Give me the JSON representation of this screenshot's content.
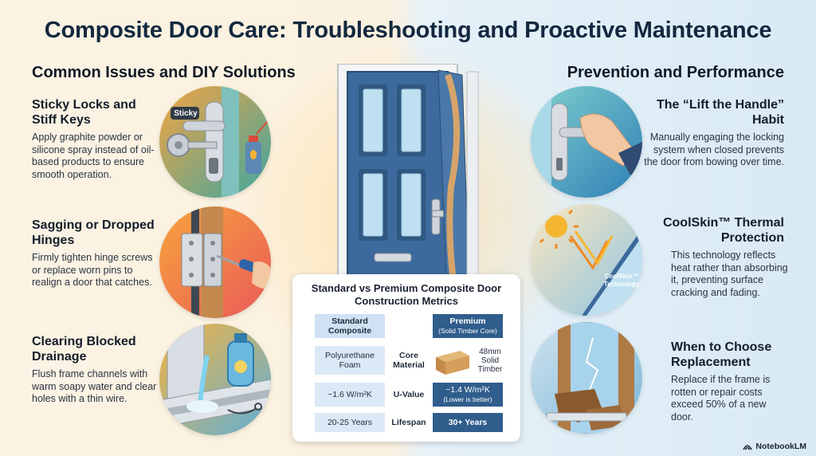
{
  "title": "Composite Door Care: Troubleshooting and Proactive Maintenance",
  "left_section": {
    "title": "Common Issues and DIY Solutions",
    "items": [
      {
        "heading": "Sticky Locks and Stiff Keys",
        "body": "Apply graphite powder or silicone spray instead of oil-based products to ensure smooth operation.",
        "tag": "Sticky"
      },
      {
        "heading": "Sagging or Dropped Hinges",
        "body": "Firmly tighten hinge screws or replace worn pins to realign a door that catches."
      },
      {
        "heading": "Clearing Blocked Drainage",
        "body": "Flush frame channels with warm soapy water and clear holes with a thin wire."
      }
    ]
  },
  "right_section": {
    "title": "Prevention and Performance",
    "items": [
      {
        "heading": "The “Lift the Handle” Habit",
        "body": "Manually engaging the locking system when closed prevents the door from bowing over time."
      },
      {
        "heading": "CoolSkin™ Thermal Protection",
        "body": "This technology reflects heat rather than absorbing it, preventing surface cracking and fading.",
        "tag": "CoolSkin™ Technology"
      },
      {
        "heading": "When to Choose Replacement",
        "body": "Replace if the frame is rotten or repair costs exceed 50% of a new door."
      }
    ]
  },
  "metrics": {
    "title": "Standard vs Premium Composite Door Construction Metrics",
    "standard_header": "Standard Composite",
    "premium_header": "Premium",
    "premium_sub": "(Solid Timber Core)",
    "rows": [
      {
        "metric": "Core Material",
        "standard": "Polyurethane Foam",
        "premium": "48mm Solid Timber"
      },
      {
        "metric": "U-Value",
        "standard": "~1.6 W/m²K",
        "premium": "~1.4 W/m²K",
        "premium_note": "(Lower is better)"
      },
      {
        "metric": "Lifespan",
        "standard": "20-25 Years",
        "premium": "30+ Years"
      }
    ]
  },
  "brand": "NotebookLM",
  "colors": {
    "door_blue": "#3d6a9c",
    "premium_blue": "#2f5d8c",
    "standard_blue": "#dbe9f6"
  }
}
